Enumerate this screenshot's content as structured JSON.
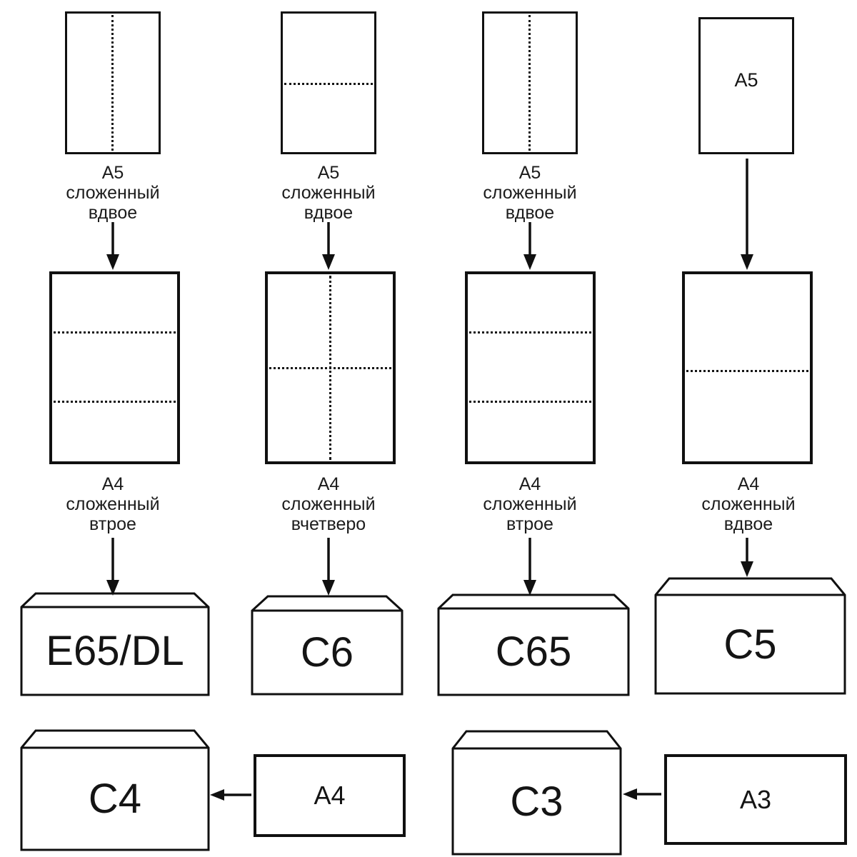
{
  "colors": {
    "highlight_fill": "#F8A5A2",
    "line": "#101010"
  },
  "columns": {
    "col1": {
      "top_caption": [
        "А5",
        "сложенный",
        "вдвое"
      ],
      "mid_caption": [
        "А4",
        "сложенный",
        "втрое"
      ],
      "envelope_label": "E65/DL"
    },
    "col2": {
      "top_caption": [
        "А5",
        "сложенный",
        "вдвое"
      ],
      "mid_caption": [
        "А4",
        "сложенный",
        "вчетверо"
      ],
      "envelope_label": "C6"
    },
    "col3": {
      "top_caption": [
        "А5",
        "сложенный",
        "вдвое"
      ],
      "mid_caption": [
        "А4",
        "сложенный",
        "втрое"
      ],
      "envelope_label": "C65"
    },
    "col4": {
      "top_sheet_text": "A5",
      "mid_caption": [
        "А4",
        "сложенный",
        "вдвое"
      ],
      "envelope_label": "C5"
    }
  },
  "bottom_row": {
    "envelope_c4_label": "C4",
    "sheet_a4_label": "A4",
    "envelope_c3_label": "C3",
    "sheet_a3_label": "A3"
  }
}
